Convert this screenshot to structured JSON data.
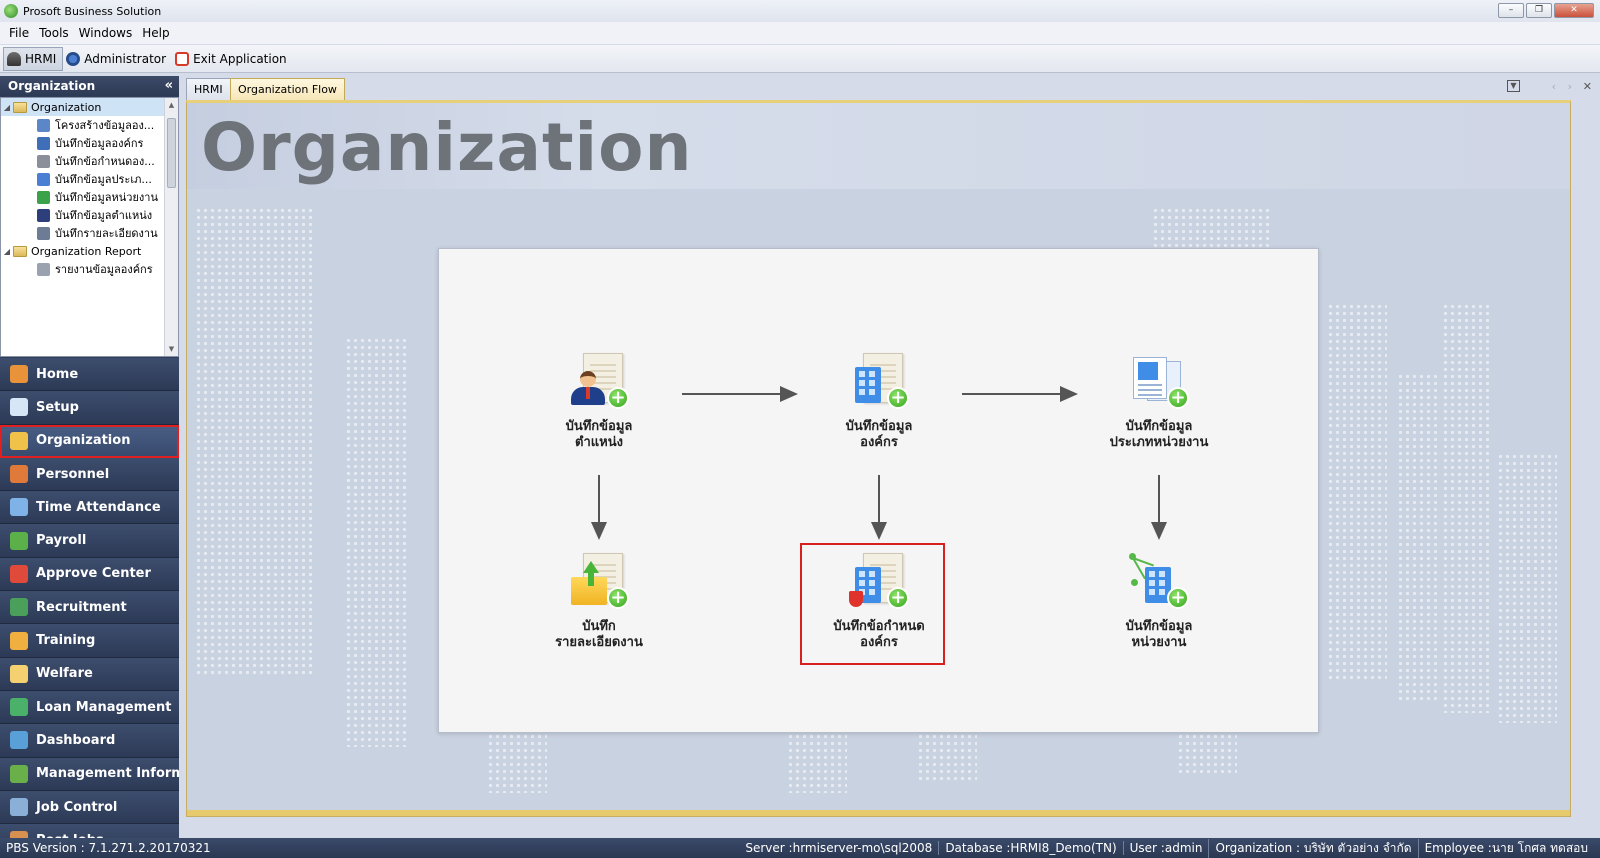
{
  "window": {
    "title": "Prosoft Business Solution",
    "buttons": [
      "–",
      "❐",
      "✕"
    ]
  },
  "menu": [
    "File",
    "Tools",
    "Windows",
    "Help"
  ],
  "toolbar": {
    "hrmi": "HRMI",
    "administrator": "Administrator",
    "exit": "Exit Application"
  },
  "leftpanel": {
    "header": "Organization",
    "collapse_glyph": "«",
    "tree": [
      {
        "label": "Organization",
        "level": 0,
        "type": "folder",
        "selected": true
      },
      {
        "label": "โครงสร้างข้อมูลอง...",
        "level": 1,
        "icon": "#5b86c8"
      },
      {
        "label": "บันทึกข้อมูลองค์กร",
        "level": 1,
        "icon": "#3f6fb8"
      },
      {
        "label": "บันทึกข้อกำหนดอง...",
        "level": 1,
        "icon": "#8a8f99"
      },
      {
        "label": "บันทึกข้อมูลประเภ...",
        "level": 1,
        "icon": "#4a7fd4"
      },
      {
        "label": "บันทึกข้อมูลหน่วยงาน",
        "level": 1,
        "icon": "#3aa34a"
      },
      {
        "label": "บันทึกข้อมูลตำแหน่ง",
        "level": 1,
        "icon": "#2d3f7a"
      },
      {
        "label": "บันทึกรายละเอียดงาน",
        "level": 1,
        "icon": "#6d7c94"
      },
      {
        "label": "Organization Report",
        "level": 0,
        "type": "folder"
      },
      {
        "label": "รายงานข้อมูลองค์กร",
        "level": 1,
        "icon": "#9aa2b0"
      }
    ],
    "nav": [
      {
        "label": "Home",
        "icon": "home-icon",
        "color": "#e8933a"
      },
      {
        "label": "Setup",
        "icon": "setup-icon",
        "color": "#d7e6f7"
      },
      {
        "label": "Organization",
        "icon": "organization-icon",
        "color": "#f0c24a",
        "active": true
      },
      {
        "label": "Personnel",
        "icon": "personnel-icon",
        "color": "#e07a3a"
      },
      {
        "label": "Time Attendance",
        "icon": "time-attendance-icon",
        "color": "#7fb3e8"
      },
      {
        "label": "Payroll",
        "icon": "payroll-icon",
        "color": "#5bb04a"
      },
      {
        "label": "Approve Center",
        "icon": "approve-center-icon",
        "color": "#e04a3a"
      },
      {
        "label": "Recruitment",
        "icon": "recruitment-icon",
        "color": "#4aa05a"
      },
      {
        "label": "Training",
        "icon": "training-icon",
        "color": "#f0b040"
      },
      {
        "label": "Welfare",
        "icon": "welfare-icon",
        "color": "#f5d070"
      },
      {
        "label": "Loan Management",
        "icon": "loan-management-icon",
        "color": "#4ab06a"
      },
      {
        "label": "Dashboard",
        "icon": "dashboard-icon",
        "color": "#5aa0d8"
      },
      {
        "label": "Management Informat",
        "icon": "management-info-icon",
        "color": "#6ab04a"
      },
      {
        "label": "Job Control",
        "icon": "job-control-icon",
        "color": "#8ab0d8"
      },
      {
        "label": "Post Jobs",
        "icon": "post-jobs-icon",
        "color": "#d89050"
      }
    ]
  },
  "tabs": [
    {
      "label": "HRMI",
      "active": false
    },
    {
      "label": "Organization Flow",
      "active": true
    }
  ],
  "content": {
    "banner_title": "Organization",
    "nodes": [
      {
        "id": "position",
        "line1": "บันทึกข้อมูล",
        "line2": "ตำแหน่ง"
      },
      {
        "id": "organization",
        "line1": "บันทึกข้อมูล",
        "line2": "องค์กร"
      },
      {
        "id": "unit-type",
        "line1": "บันทึกข้อมูล",
        "line2": "ประเภทหน่วยงาน"
      },
      {
        "id": "job-detail",
        "line1": "บันทึก",
        "line2": "รายละเอียดงาน"
      },
      {
        "id": "org-settings",
        "line1": "บันทึกข้อกำหนด",
        "line2": "องค์กร",
        "highlighted": true
      },
      {
        "id": "unit",
        "line1": "บันทึกข้อมูล",
        "line2": "หน่วยงาน"
      }
    ]
  },
  "status": {
    "version": "PBS Version : 7.1.271.2.20170321",
    "server": "Server :hrmiserver-mo\\sql2008",
    "database": "Database :HRMI8_Demo(TN)",
    "user": "User :admin",
    "organization": "Organization : บริษัท ตัวอย่าง จำกัด",
    "employee": "Employee :นาย โกศล ทดสอบ"
  },
  "colors": {
    "nav_bg": "#2f3d58",
    "highlight": "#d62121",
    "active_tab": "#f6e6b8"
  }
}
